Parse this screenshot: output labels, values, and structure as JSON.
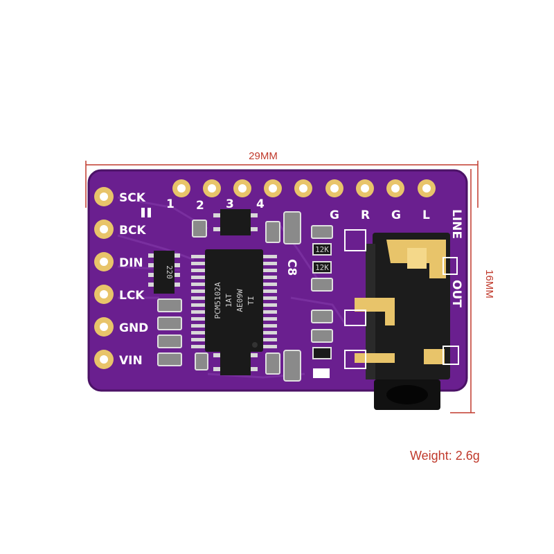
{
  "dimensions": {
    "width_label": "29MM",
    "height_label": "16MM"
  },
  "weight": "Weight: 2.6g",
  "pins_left": [
    "SCK",
    "BCK",
    "DIN",
    "LCK",
    "GND",
    "VIN"
  ],
  "pins_top_numbers": [
    "1",
    "2",
    "3",
    "4"
  ],
  "pins_top_letters": [
    "G",
    "R",
    "G",
    "L"
  ],
  "board_labels": {
    "line": "LINE",
    "out": "OUT",
    "cap": "C8"
  },
  "chip": {
    "line1": "PCM5102A",
    "line2": "1AT",
    "line3": "AE09W",
    "brand": "TI"
  },
  "resistor": "220",
  "smd_labels": [
    "12K",
    "12K"
  ],
  "colors": {
    "board": "#6a1f8f",
    "pad_gold": "#e8c46a",
    "dim": "#c0392b"
  }
}
